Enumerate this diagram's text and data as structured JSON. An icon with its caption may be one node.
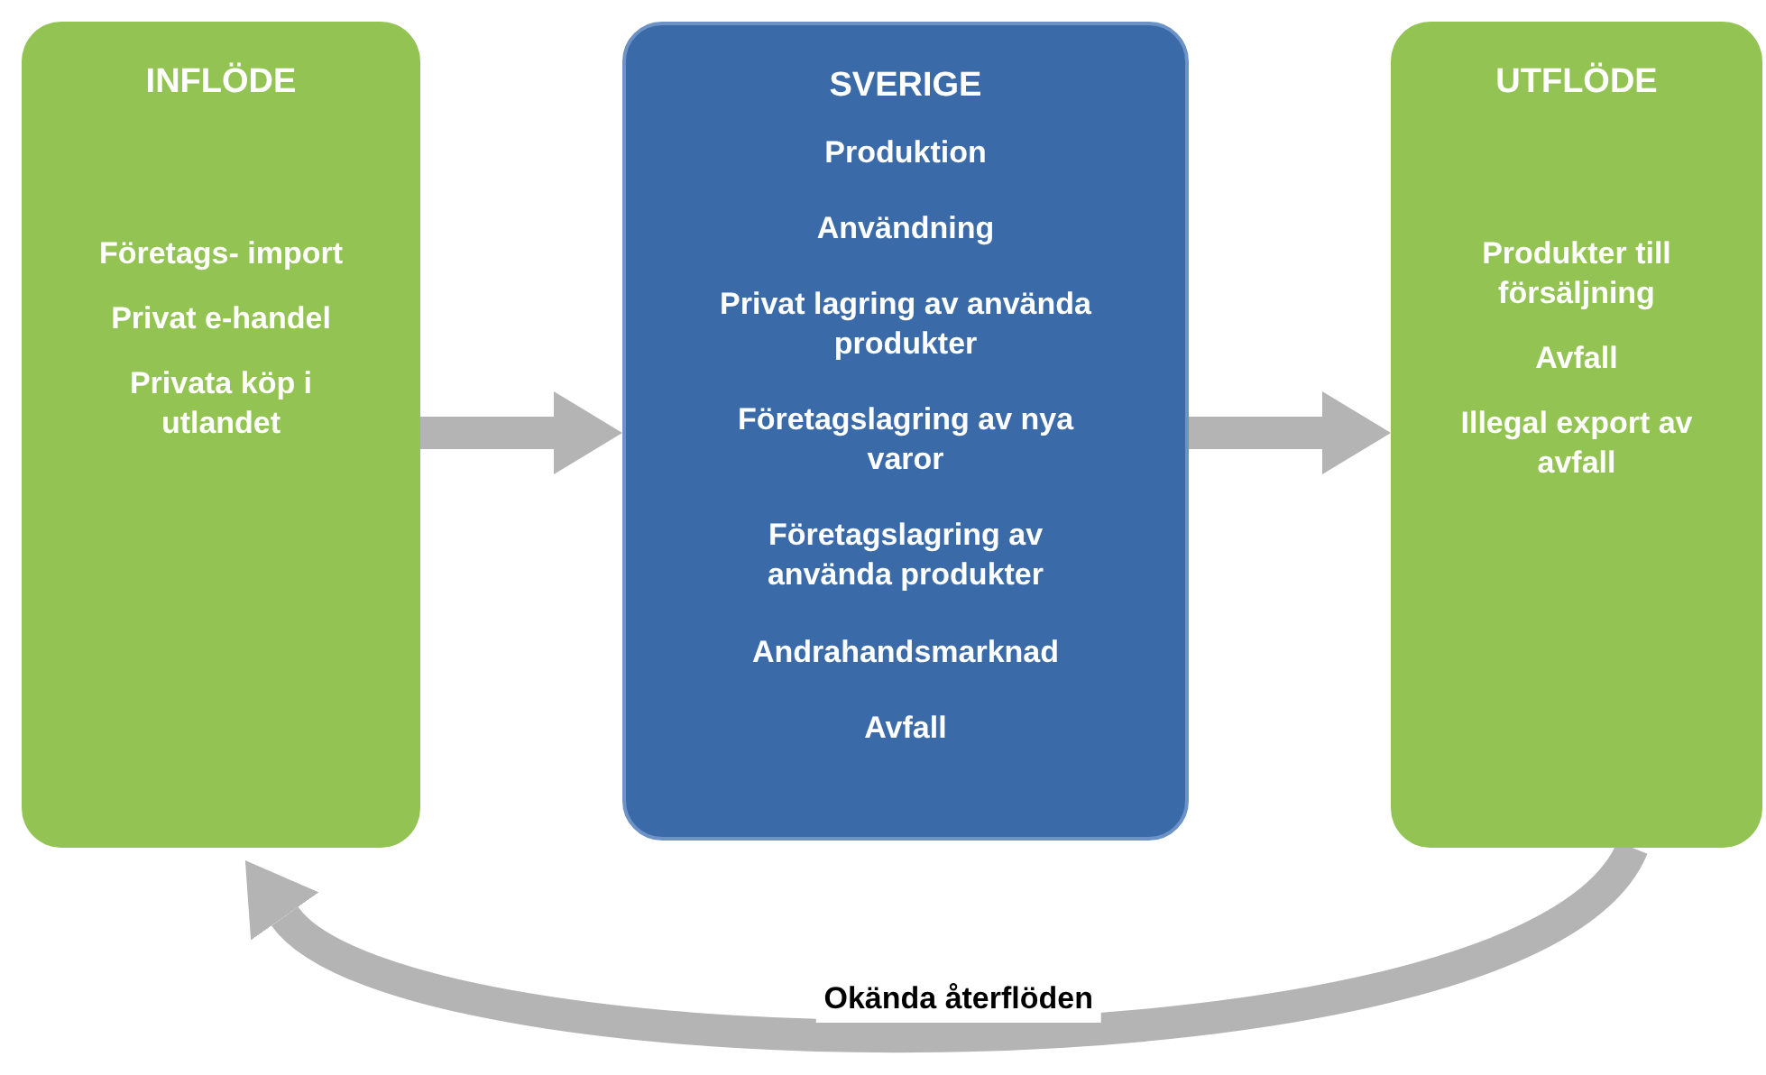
{
  "diagram": {
    "nodes": [
      {
        "text": [
          "INFLÖDE",
          "Företags- import",
          "Privat e-handel",
          "Privata köp i utlandet"
        ]
      },
      {
        "text": [
          "SVERIGE",
          "Produktion",
          "Användning",
          "Privat lagring av använda produkter",
          "Företagslagring av nya varor",
          "Företagslagring av använda produkter",
          "Andrahandsmarknad",
          "Avfall"
        ]
      },
      {
        "text": [
          "UTFLÖDE",
          "Produkter till försäljning",
          "Avfall",
          "Illegal export av avfall"
        ]
      }
    ],
    "edges": [
      {
        "from": 0,
        "to": 1,
        "arrow": "to"
      },
      {
        "from": 1,
        "to": 2,
        "arrow": "to"
      },
      {
        "from": 2,
        "to": 0,
        "arrow": "to",
        "label": "Okända återflöden"
      }
    ]
  }
}
